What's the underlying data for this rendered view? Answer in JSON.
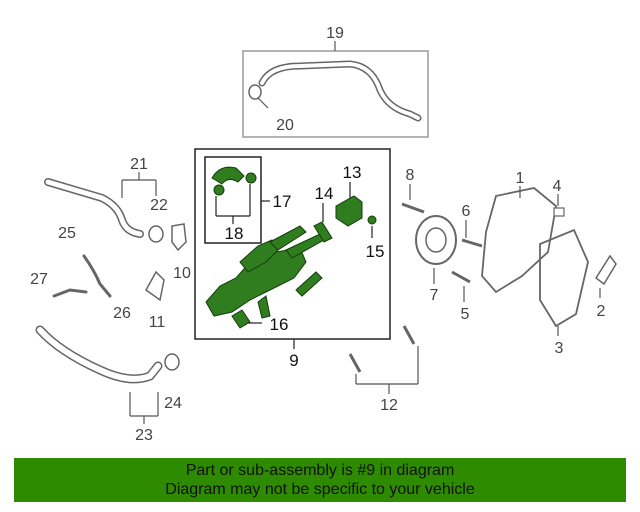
{
  "callouts": {
    "c1": "1",
    "c2": "2",
    "c3": "3",
    "c4": "4",
    "c5": "5",
    "c6": "6",
    "c7": "7",
    "c8": "8",
    "c9": "9",
    "c10": "10",
    "c11": "11",
    "c12": "12",
    "c13": "13",
    "c14": "14",
    "c15": "15",
    "c16": "16",
    "c17": "17",
    "c18": "18",
    "c19": "19",
    "c20": "20",
    "c21": "21",
    "c22": "22",
    "c23": "23",
    "c24": "24",
    "c25": "25",
    "c26": "26",
    "c27": "27"
  },
  "banner": {
    "line1": "Part or sub-assembly is #9 in diagram",
    "line2": "Diagram may not be specific to your vehicle"
  },
  "colors": {
    "highlight_part": "#2f7d1e",
    "line_art": "#666666",
    "box_gray": "#9a9a9a",
    "banner_bg": "#2e8b00"
  }
}
